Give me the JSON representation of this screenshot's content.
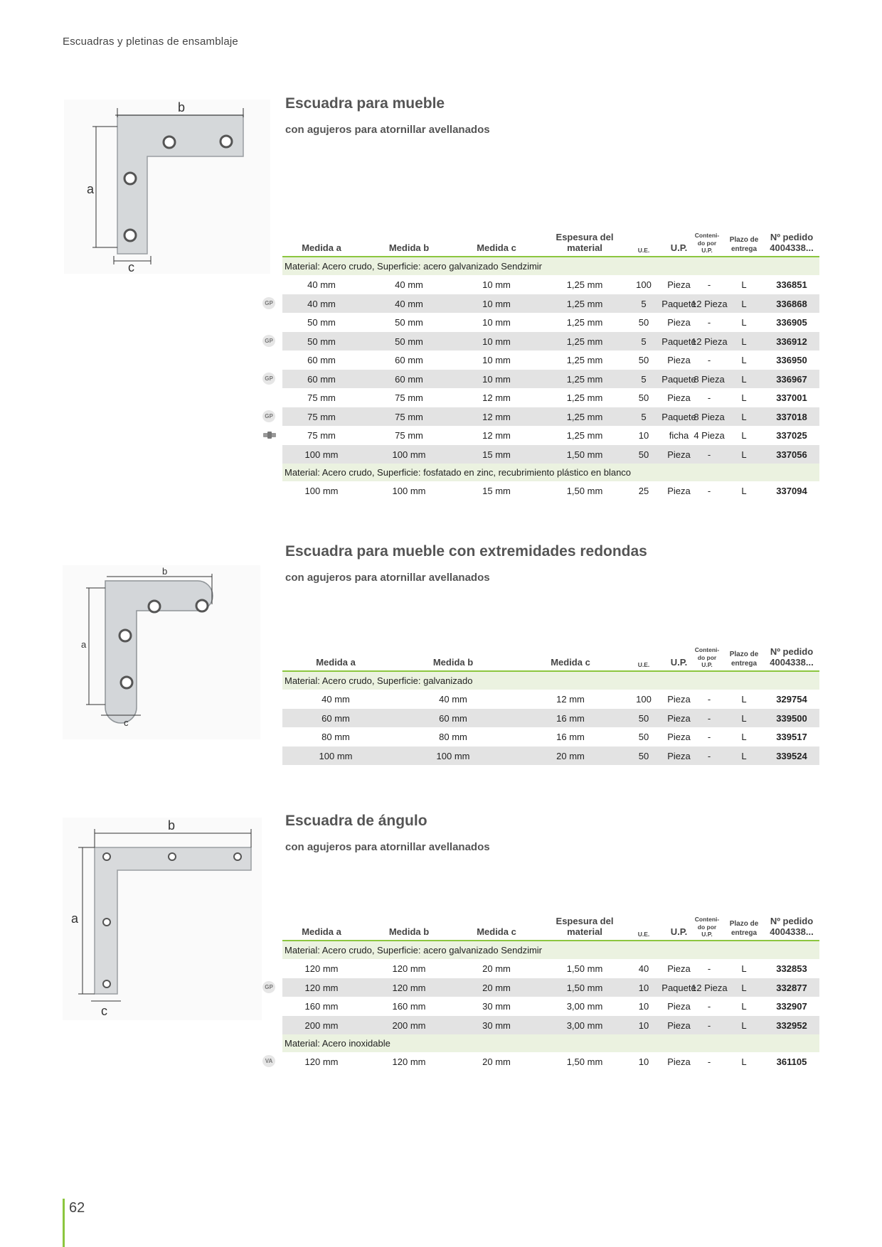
{
  "header": {
    "title": "Escuadras y pletinas de ensamblaje"
  },
  "page_number": "62",
  "sections": [
    {
      "title": "Escuadra para mueble",
      "subtitle": "con agujeros para atornillar avellanados",
      "figure_labels": {
        "a": "a",
        "b": "b",
        "c": "c"
      },
      "columns": {
        "medida_a": "Medida a",
        "medida_b": "Medida b",
        "medida_c": "Medida c",
        "espesura": "Espesura del material",
        "ue": "U.E.",
        "up": "U.P.",
        "contenido": "Conteni-do por U.P.",
        "plazo": "Plazo de entrega",
        "pedido": "Nº pedido 4004338..."
      },
      "groups": [
        {
          "material": "Material: Acero crudo, Superficie: acero galvanizado Sendzimir",
          "rows": [
            {
              "badge": "",
              "a": "40 mm",
              "b": "40 mm",
              "c": "10 mm",
              "esp": "1,25 mm",
              "ue": "100",
              "up": "Pieza",
              "cont": "-",
              "plazo": "L",
              "num": "336851"
            },
            {
              "badge": "GP",
              "a": "40 mm",
              "b": "40 mm",
              "c": "10 mm",
              "esp": "1,25 mm",
              "ue": "5",
              "up": "Paquete",
              "cont": "12 Pieza",
              "plazo": "L",
              "num": "336868"
            },
            {
              "badge": "",
              "a": "50 mm",
              "b": "50 mm",
              "c": "10 mm",
              "esp": "1,25 mm",
              "ue": "50",
              "up": "Pieza",
              "cont": "-",
              "plazo": "L",
              "num": "336905"
            },
            {
              "badge": "GP",
              "a": "50 mm",
              "b": "50 mm",
              "c": "10 mm",
              "esp": "1,25 mm",
              "ue": "5",
              "up": "Paquete",
              "cont": "12 Pieza",
              "plazo": "L",
              "num": "336912"
            },
            {
              "badge": "",
              "a": "60 mm",
              "b": "60 mm",
              "c": "10 mm",
              "esp": "1,25 mm",
              "ue": "50",
              "up": "Pieza",
              "cont": "-",
              "plazo": "L",
              "num": "336950"
            },
            {
              "badge": "GP",
              "a": "60 mm",
              "b": "60 mm",
              "c": "10 mm",
              "esp": "1,25 mm",
              "ue": "5",
              "up": "Paquete",
              "cont": "8 Pieza",
              "plazo": "L",
              "num": "336967"
            },
            {
              "badge": "",
              "a": "75 mm",
              "b": "75 mm",
              "c": "12 mm",
              "esp": "1,25 mm",
              "ue": "50",
              "up": "Pieza",
              "cont": "-",
              "plazo": "L",
              "num": "337001"
            },
            {
              "badge": "GP",
              "a": "75 mm",
              "b": "75 mm",
              "c": "12 mm",
              "esp": "1,25 mm",
              "ue": "5",
              "up": "Paquete",
              "cont": "8 Pieza",
              "plazo": "L",
              "num": "337018"
            },
            {
              "badge": "card",
              "a": "75 mm",
              "b": "75 mm",
              "c": "12 mm",
              "esp": "1,25 mm",
              "ue": "10",
              "up": "ficha",
              "cont": "4 Pieza",
              "plazo": "L",
              "num": "337025"
            },
            {
              "badge": "",
              "a": "100 mm",
              "b": "100 mm",
              "c": "15 mm",
              "esp": "1,50 mm",
              "ue": "50",
              "up": "Pieza",
              "cont": "-",
              "plazo": "L",
              "num": "337056"
            }
          ]
        },
        {
          "material": "Material: Acero crudo, Superficie: fosfatado en zinc, recubrimiento plástico en blanco",
          "rows": [
            {
              "badge": "",
              "a": "100 mm",
              "b": "100 mm",
              "c": "15 mm",
              "esp": "1,50 mm",
              "ue": "25",
              "up": "Pieza",
              "cont": "-",
              "plazo": "L",
              "num": "337094"
            }
          ]
        }
      ]
    },
    {
      "title": "Escuadra para mueble con extremidades redondas",
      "subtitle": "con agujeros para atornillar avellanados",
      "figure_labels": {
        "a": "a",
        "b": "b",
        "c": "c"
      },
      "columns": {
        "medida_a": "Medida a",
        "medida_b": "Medida b",
        "medida_c": "Medida c",
        "ue": "U.E.",
        "up": "U.P.",
        "contenido": "Conteni-do por U.P.",
        "plazo": "Plazo de entrega",
        "pedido": "Nº pedido 4004338..."
      },
      "groups": [
        {
          "material": "Material: Acero crudo, Superficie: galvanizado",
          "rows": [
            {
              "badge": "",
              "a": "40 mm",
              "b": "40 mm",
              "c": "12 mm",
              "ue": "100",
              "up": "Pieza",
              "cont": "-",
              "plazo": "L",
              "num": "329754"
            },
            {
              "badge": "",
              "a": "60 mm",
              "b": "60 mm",
              "c": "16 mm",
              "ue": "50",
              "up": "Pieza",
              "cont": "-",
              "plazo": "L",
              "num": "339500"
            },
            {
              "badge": "",
              "a": "80 mm",
              "b": "80 mm",
              "c": "16 mm",
              "ue": "50",
              "up": "Pieza",
              "cont": "-",
              "plazo": "L",
              "num": "339517"
            },
            {
              "badge": "",
              "a": "100 mm",
              "b": "100 mm",
              "c": "20 mm",
              "ue": "50",
              "up": "Pieza",
              "cont": "-",
              "plazo": "L",
              "num": "339524"
            }
          ]
        }
      ]
    },
    {
      "title": "Escuadra de ángulo",
      "subtitle": "con agujeros para atornillar avellanados",
      "figure_labels": {
        "a": "a",
        "b": "b",
        "c": "c"
      },
      "columns": {
        "medida_a": "Medida a",
        "medida_b": "Medida b",
        "medida_c": "Medida c",
        "espesura": "Espesura del material",
        "ue": "U.E.",
        "up": "U.P.",
        "contenido": "Conteni-do por U.P.",
        "plazo": "Plazo de entrega",
        "pedido": "Nº pedido 4004338..."
      },
      "groups": [
        {
          "material": "Material: Acero crudo, Superficie: acero galvanizado Sendzimir",
          "rows": [
            {
              "badge": "",
              "a": "120 mm",
              "b": "120 mm",
              "c": "20 mm",
              "esp": "1,50 mm",
              "ue": "40",
              "up": "Pieza",
              "cont": "-",
              "plazo": "L",
              "num": "332853"
            },
            {
              "badge": "GP",
              "a": "120 mm",
              "b": "120 mm",
              "c": "20 mm",
              "esp": "1,50 mm",
              "ue": "10",
              "up": "Paquete",
              "cont": "12 Pieza",
              "plazo": "L",
              "num": "332877"
            },
            {
              "badge": "",
              "a": "160 mm",
              "b": "160 mm",
              "c": "30 mm",
              "esp": "3,00 mm",
              "ue": "10",
              "up": "Pieza",
              "cont": "-",
              "plazo": "L",
              "num": "332907"
            },
            {
              "badge": "",
              "a": "200 mm",
              "b": "200 mm",
              "c": "30 mm",
              "esp": "3,00 mm",
              "ue": "10",
              "up": "Pieza",
              "cont": "-",
              "plazo": "L",
              "num": "332952"
            }
          ]
        },
        {
          "material": "Material: Acero inoxidable",
          "rows": [
            {
              "badge": "VA",
              "a": "120 mm",
              "b": "120 mm",
              "c": "20 mm",
              "esp": "1,50 mm",
              "ue": "10",
              "up": "Pieza",
              "cont": "-",
              "plazo": "L",
              "num": "361105"
            }
          ]
        }
      ]
    }
  ]
}
